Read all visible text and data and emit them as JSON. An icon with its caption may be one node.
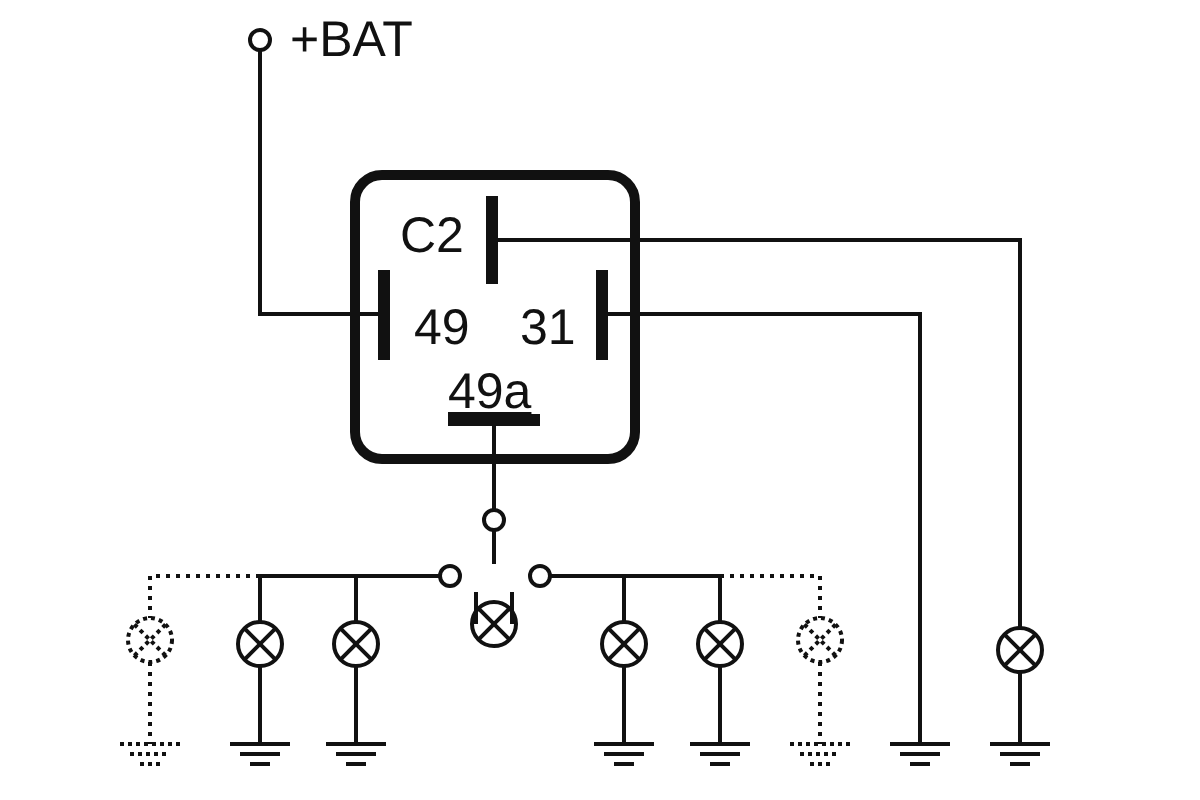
{
  "diagram": {
    "nodes": [
      {
        "text": [
          "C2",
          "49",
          "31",
          "49a"
        ]
      }
    ],
    "labels": [
      "+BAT"
    ]
  }
}
